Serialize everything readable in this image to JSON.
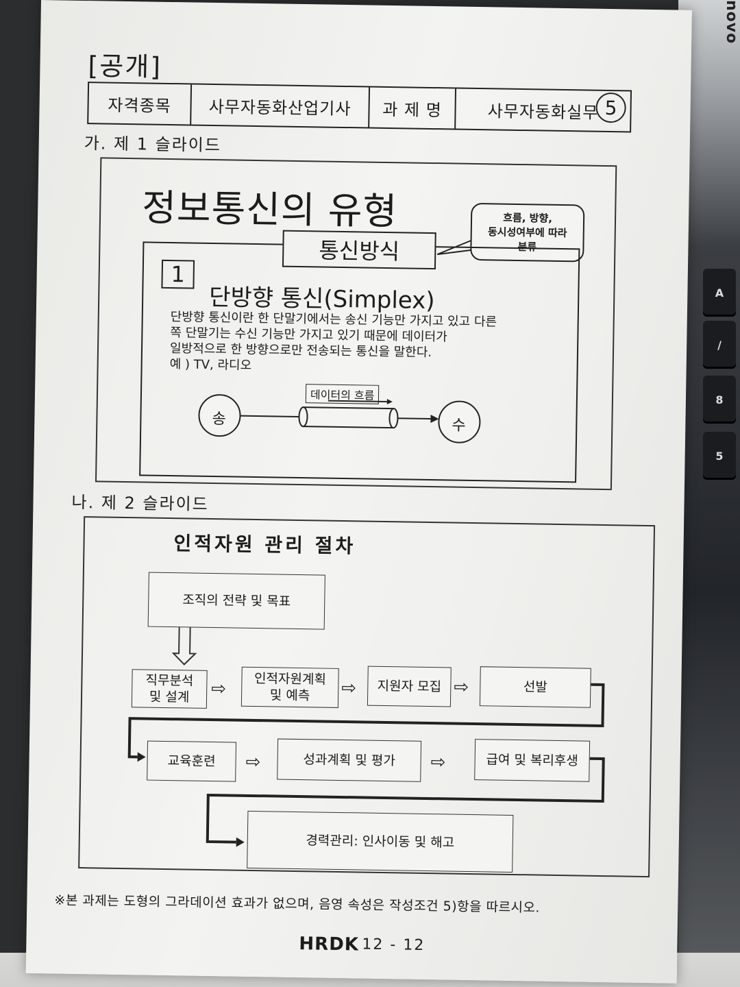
{
  "background": {
    "laptop_brand": "novo",
    "keys": [
      "A",
      "/",
      "8",
      "5"
    ]
  },
  "header": {
    "public_label": "[공개]",
    "cells": [
      "자격종목",
      "사무자동화산업기사",
      "과 제 명",
      "사무자동화실무"
    ],
    "circle_number": "5"
  },
  "section1": {
    "label": "가. 제 1 슬라이드",
    "title": "정보통신의 유형",
    "bubble_lines": [
      "흐름, 방향,",
      "동시성여부에 따라",
      "분류"
    ],
    "method_tab": "통신방식",
    "number": "1",
    "subtitle": "단방향 통신(Simplex)",
    "description": [
      "단방향 통신이란 한 단말기에서는 송신 기능만 가지고 있고 다른",
      "쪽 단말기는 수신 기능만 가지고 있기 때문에 데이터가",
      "일방적으로 한 방향으로만 전송되는 통신을 말한다.",
      "예 ) TV, 라디오"
    ],
    "flow_label": "데이터의 흐름",
    "sender": "송",
    "receiver": "수"
  },
  "section2": {
    "label": "나. 제 2 슬라이드",
    "title": "인적자원 관리 절차",
    "steps": {
      "strategy": "조직의 전략 및 목표",
      "job_analysis": [
        "직무분석",
        "및 설계"
      ],
      "planning": [
        "인적자원계획",
        "및 예측"
      ],
      "recruit": "지원자 모집",
      "selection": "선발",
      "training": "교육훈련",
      "performance": "성과계획 및 평가",
      "compensation": "급여 및 복리후생",
      "career": "경력관리: 인사이동 및 해고"
    },
    "arrow_glyph": "⇨"
  },
  "footer": {
    "note": "※본 과제는 도형의 그라데이션 효과가 없으며, 음영 속성은 작성조건 5)항을 따르시오.",
    "logo": "HRDK",
    "page": "12 - 12"
  }
}
